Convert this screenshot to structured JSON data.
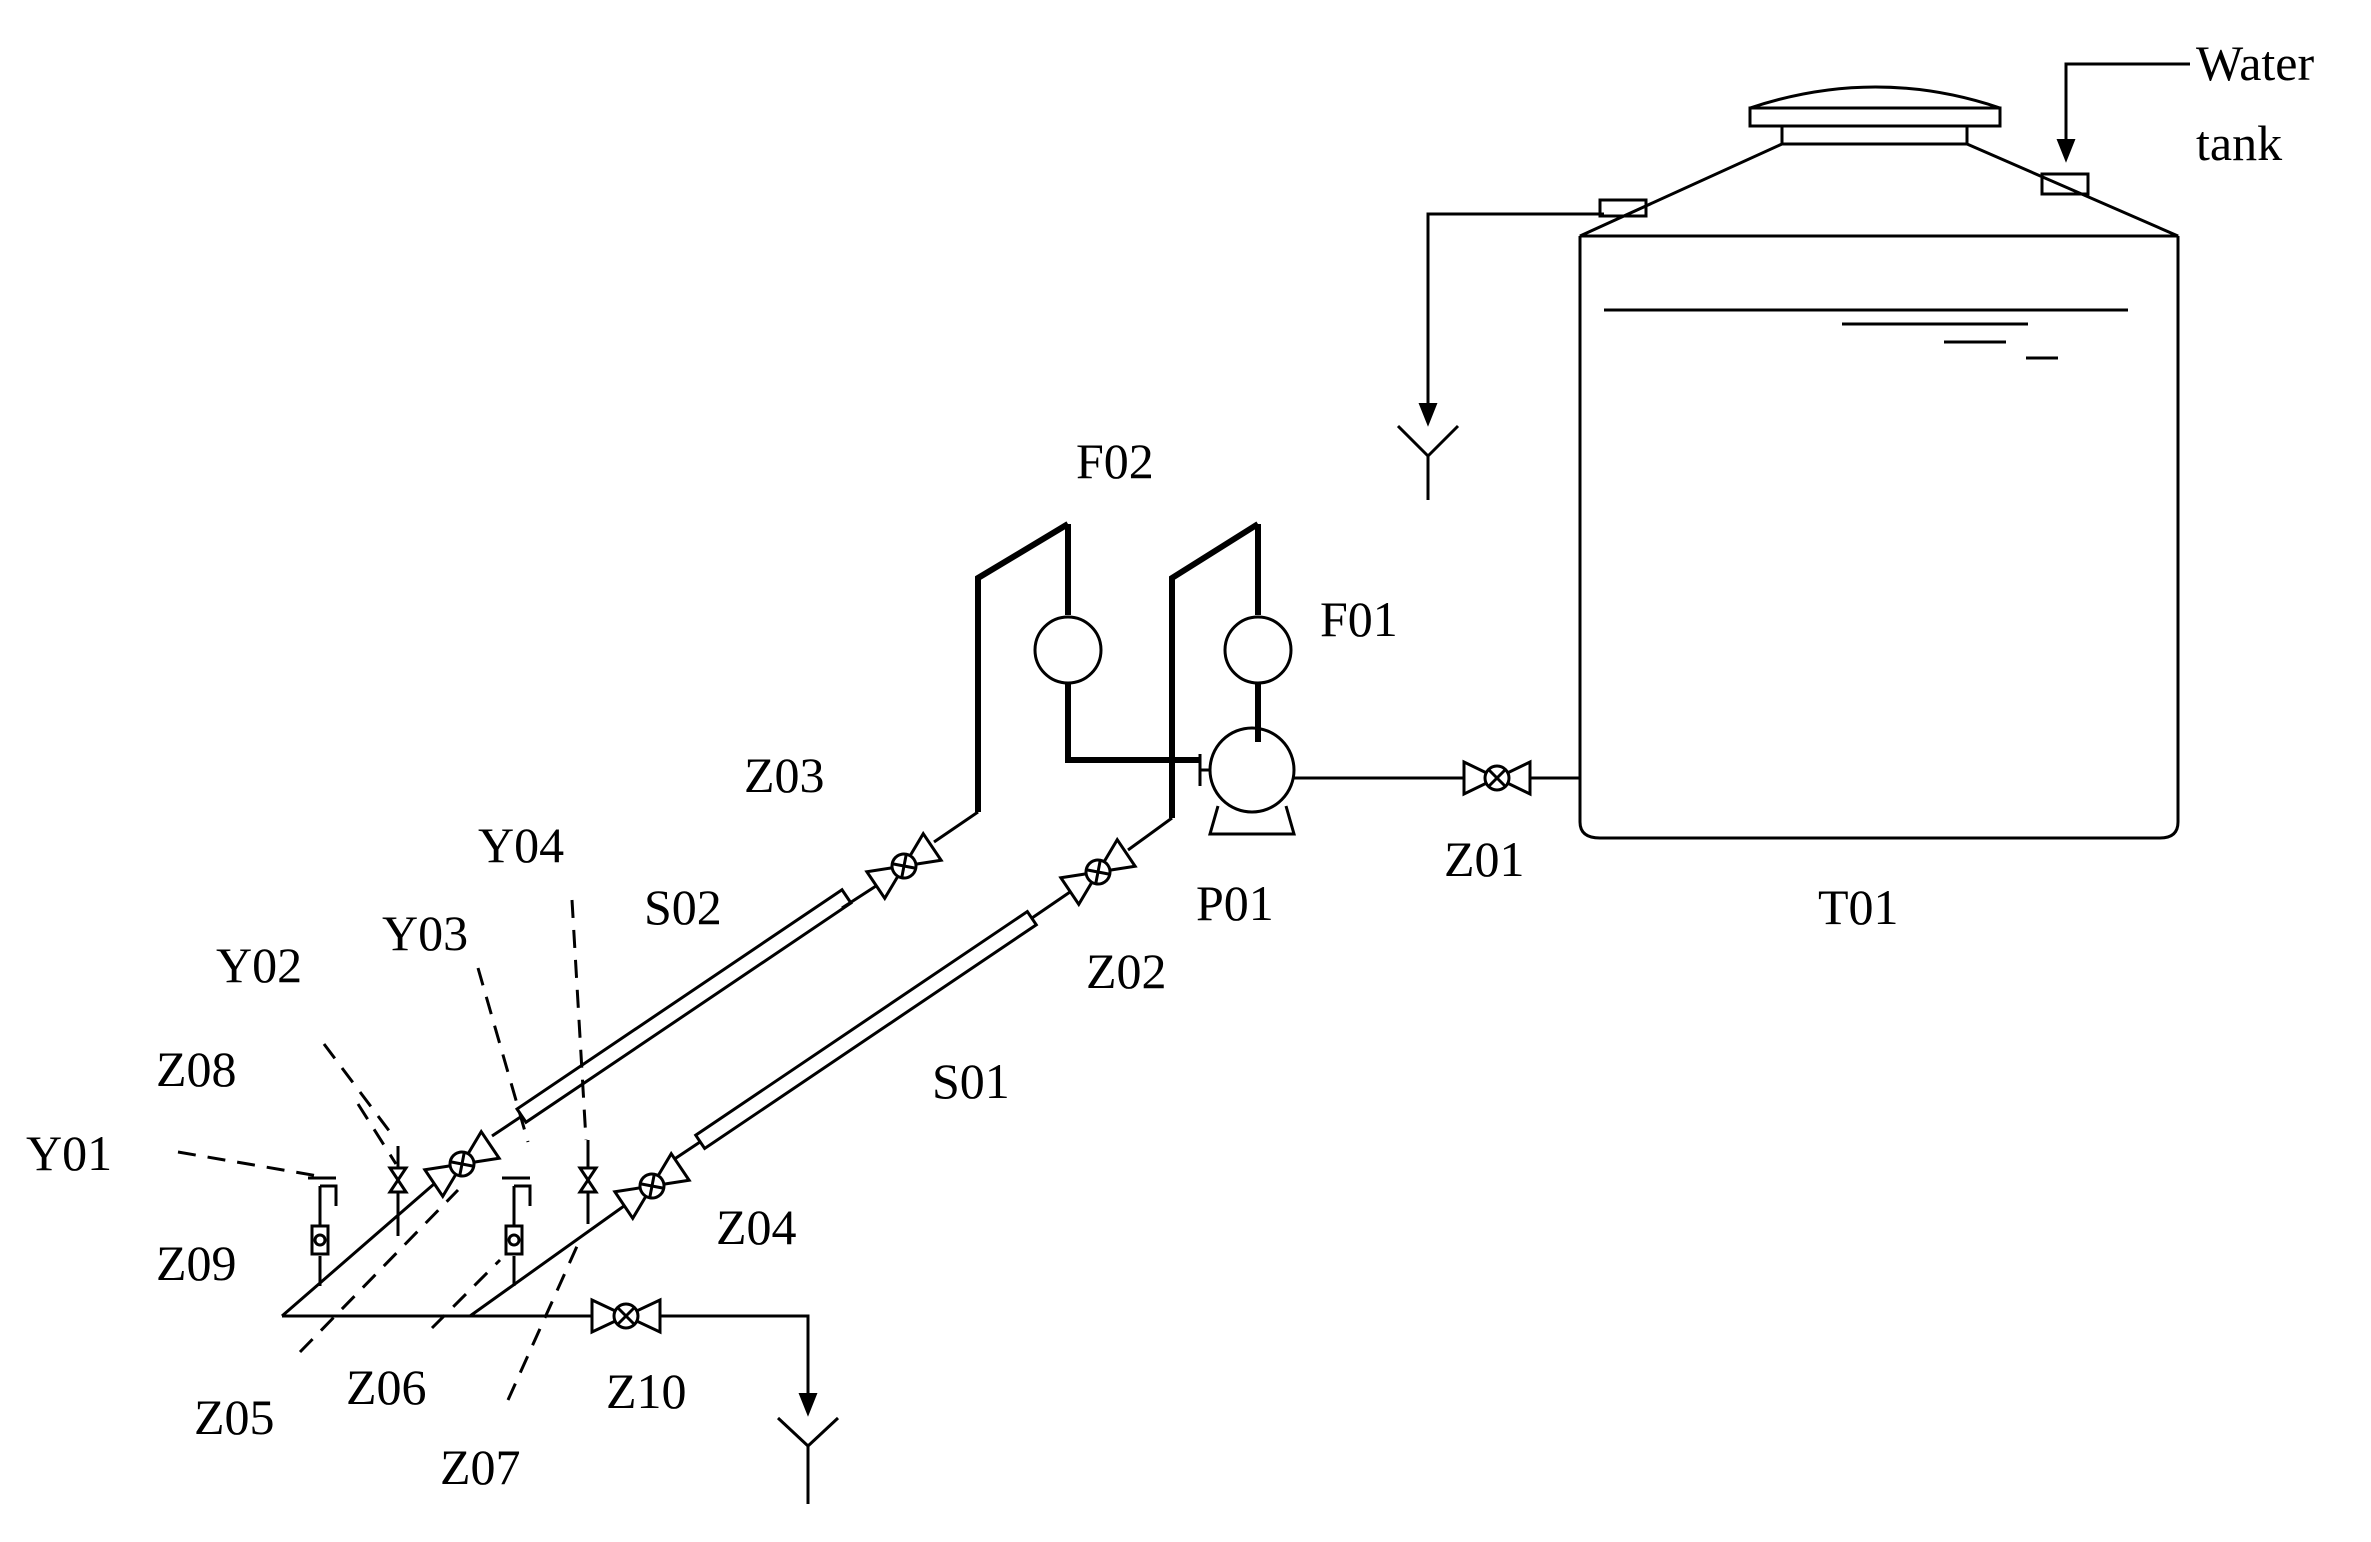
{
  "labels": {
    "water_tank": [
      "Water",
      "tank"
    ],
    "T01": "T01",
    "Z01": "Z01",
    "P01": "P01",
    "F01": "F01",
    "F02": "F02",
    "Z02": "Z02",
    "Z03": "Z03",
    "S01": "S01",
    "S02": "S02",
    "Y01": "Y01",
    "Y02": "Y02",
    "Y03": "Y03",
    "Y04": "Y04",
    "Z04": "Z04",
    "Z05": "Z05",
    "Z06": "Z06",
    "Z07": "Z07",
    "Z08": "Z08",
    "Z09": "Z09",
    "Z10": "Z10"
  }
}
